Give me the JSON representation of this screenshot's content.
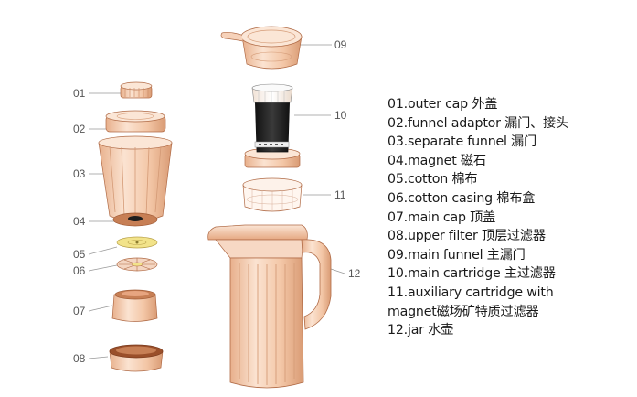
{
  "callouts": {
    "c01": "01",
    "c02": "02",
    "c03": "03",
    "c04": "04",
    "c05": "05",
    "c06": "06",
    "c07": "07",
    "c08": "08",
    "c09": "09",
    "c10": "10",
    "c11": "11",
    "c12": "12"
  },
  "legend": [
    "01.outer cap 外盖",
    "02.funnel adaptor 漏门、接头",
    "03.separate funnel 漏门",
    "04.magnet 磁石",
    "05.cotton 棉布",
    "06.cotton casing 棉布盒",
    "07.main cap 顶盖",
    "08.upper filter 顶层过滤器",
    "09.main funnel 主漏门",
    "10.main cartridge 主过滤器",
    "11.auxiliary cartridge with",
    "magnet磁场矿特质过滤器",
    "12.jar 水壶"
  ],
  "colors": {
    "peach": "#f2c9ac",
    "peach_dark": "#c77f55",
    "outline": "#b06a45",
    "cartridge": "#2a2a2a",
    "leader": "#999999"
  }
}
